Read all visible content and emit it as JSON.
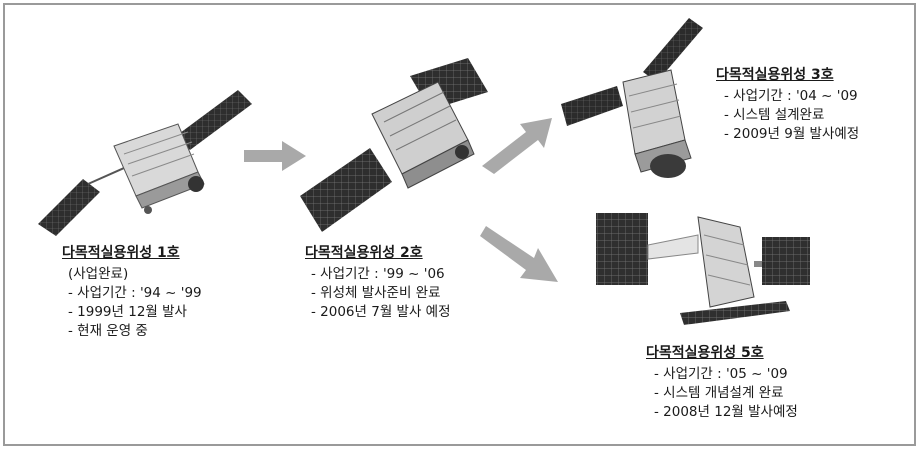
{
  "colors": {
    "arrow": "#a9a9a9",
    "panel": "#3a3a3a",
    "body": "#c8c8c8",
    "border": "#9a9a9a"
  },
  "sat1": {
    "title": "다목적실용위성 1호",
    "sub": "(사업완료)",
    "lines": [
      "- 사업기간 : '94 ~ '99",
      "- 1999년 12월 발사",
      "- 현재 운영 중"
    ]
  },
  "sat2": {
    "title": "다목적실용위성 2호",
    "lines": [
      "- 사업기간 : '99 ~ '06",
      "- 위성체 발사준비 완료",
      "- 2006년 7월 발사 예정"
    ]
  },
  "sat3": {
    "title": "다목적실용위성 3호",
    "lines": [
      "- 사업기간 : '04 ~ '09",
      "- 시스템 설계완료",
      "- 2009년 9월 발사예정"
    ]
  },
  "sat5": {
    "title": "다목적실용위성 5호",
    "lines": [
      "- 사업기간 : '05 ~ '09",
      "- 시스템 개념설계 완료",
      "- 2008년 12월 발사예정"
    ]
  }
}
